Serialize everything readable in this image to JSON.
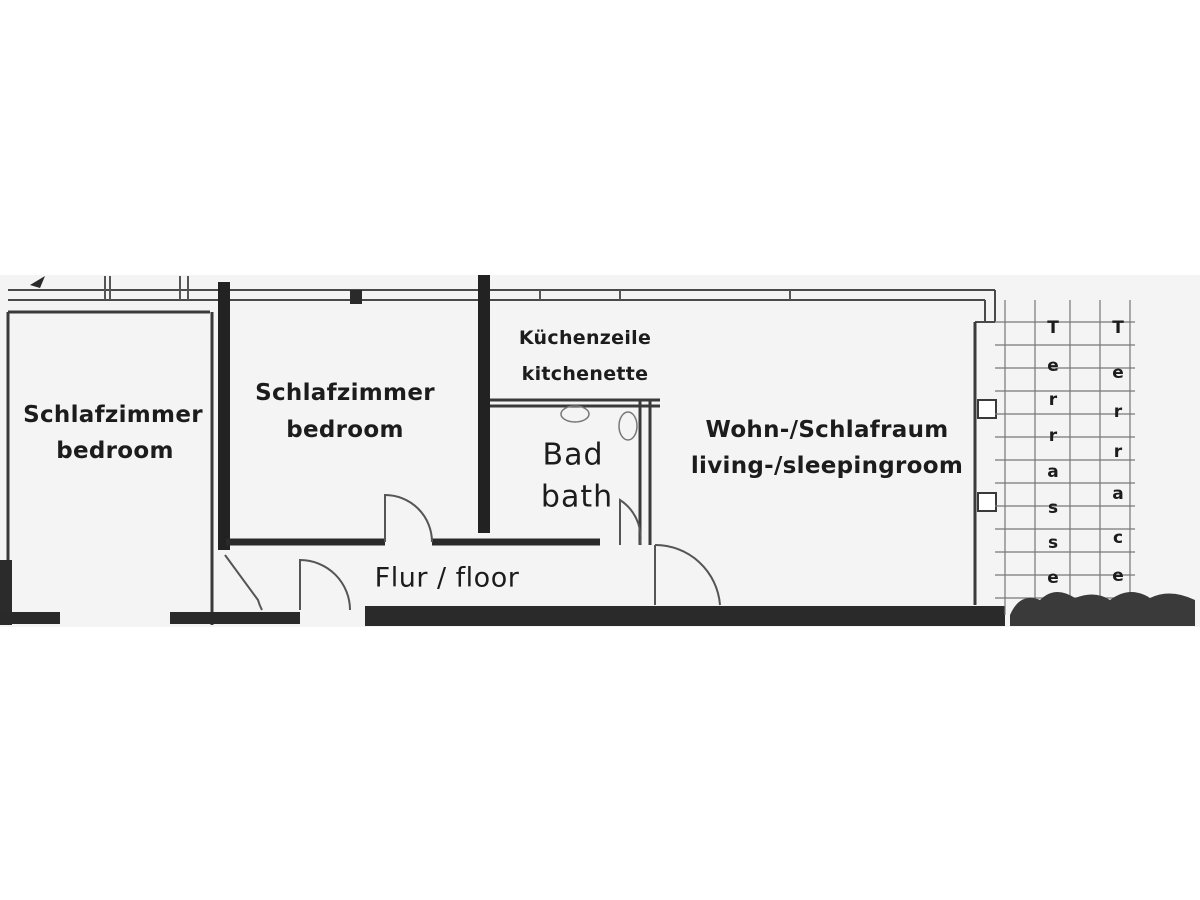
{
  "rooms": {
    "bedroom_left": {
      "de": "Schlafzimmer",
      "en": "bedroom"
    },
    "bedroom_mid": {
      "de": "Schlafzimmer",
      "en": "bedroom"
    },
    "kitchen": {
      "de": "Küchenzeile",
      "en": "kitchenette"
    },
    "bath": {
      "de": "Bad",
      "en": "bath"
    },
    "living": {
      "de": "Wohn-/Schlafraum",
      "en": "living-/sleepingroom"
    },
    "hall": {
      "label": "Flur / floor"
    }
  },
  "terrace": {
    "de_letters": [
      "T",
      "e",
      "r",
      "r",
      "a",
      "s",
      "s",
      "e"
    ],
    "en_letters": [
      "T",
      "e",
      "r",
      "r",
      "a",
      "c",
      "e"
    ]
  },
  "colors": {
    "wall": "#1e1e1e",
    "line": "#555555",
    "paper": "#ffffff"
  }
}
